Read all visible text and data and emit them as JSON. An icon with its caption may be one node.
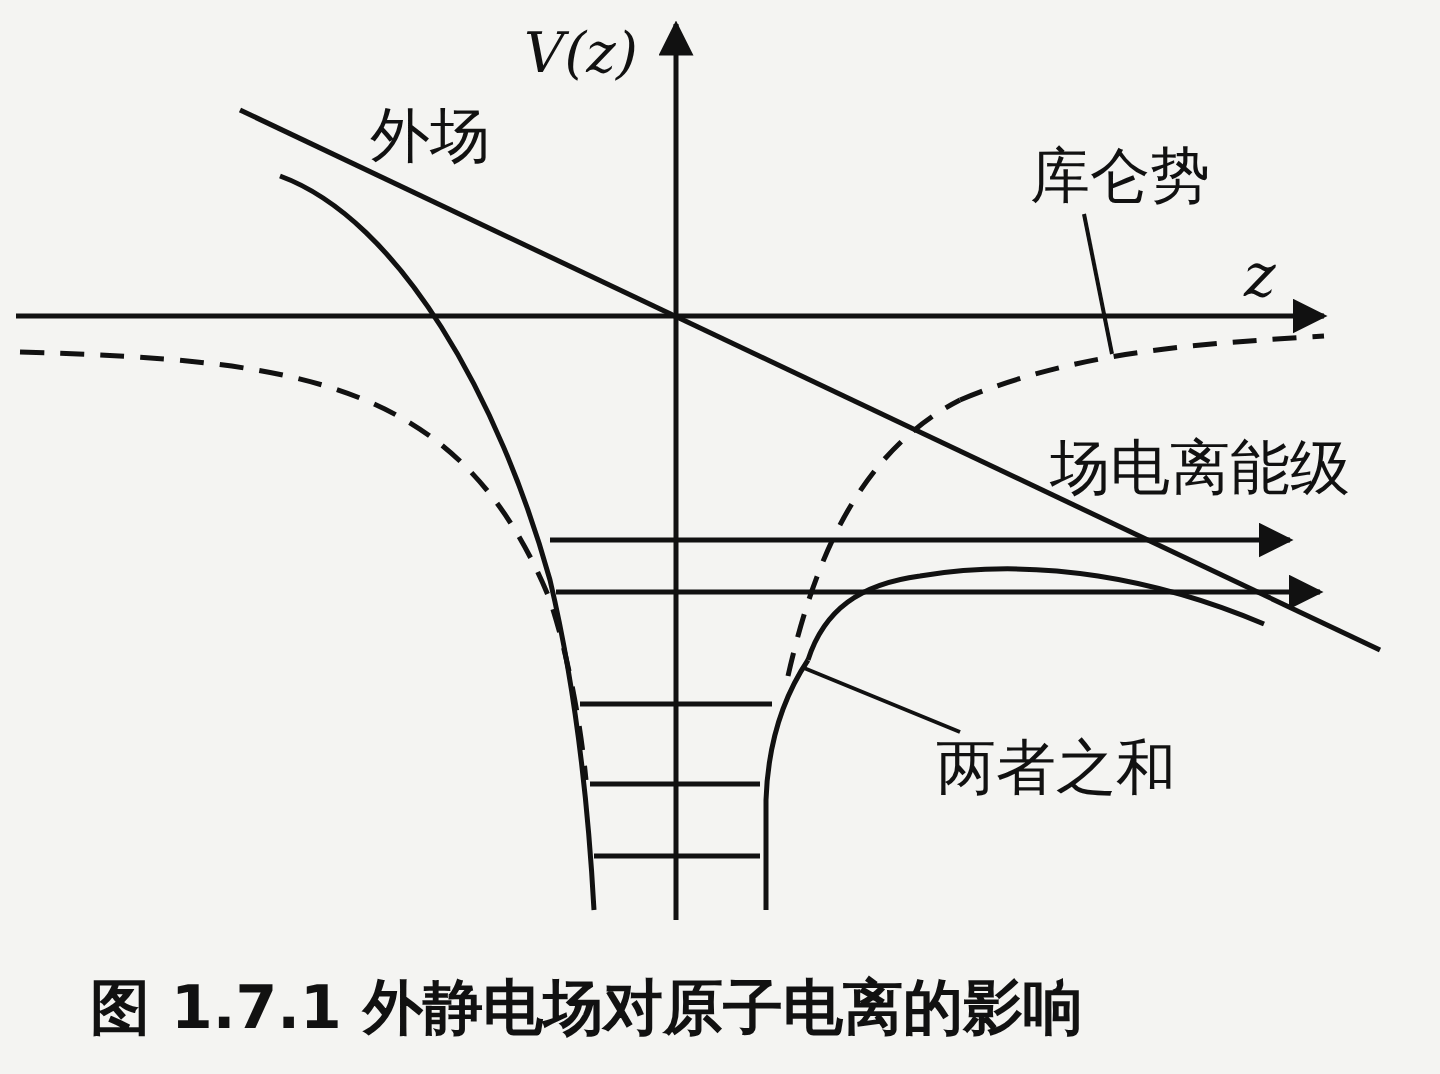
{
  "diagram": {
    "caption": "图 1.7.1 外静电场对原子电离的影响",
    "nodes": [
      {
        "text": [
          "库仑势"
        ]
      },
      {
        "text": [
          "两者之和"
        ]
      },
      {
        "text": [],
        "shape": "curve"
      },
      {
        "text": [],
        "shape": "curve"
      }
    ],
    "edges": [
      {
        "from": 0,
        "to": 2,
        "arrow": "none"
      },
      {
        "from": 1,
        "to": 3,
        "arrow": "none"
      }
    ],
    "labels": [
      "*V*(*z*)",
      "z",
      "外场",
      "场电离能级"
    ]
  }
}
